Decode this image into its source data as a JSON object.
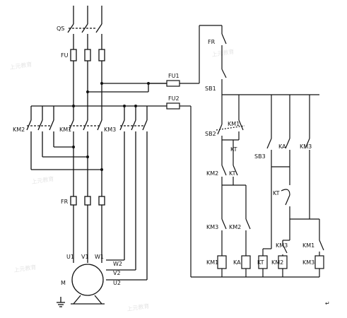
{
  "watermark": [
    "上元教育",
    "上元教育",
    "上元教育",
    "上元教育",
    "上元教育"
  ],
  "power": {
    "qs": "QS",
    "fu": "FU",
    "fr": "FR",
    "km1": "KM1",
    "km2": "KM2",
    "km3": "KM3",
    "u1": "U1",
    "v1": "V1",
    "w1": "W1",
    "w2": "W2",
    "v2": "V2",
    "u2": "U2",
    "motor": "M"
  },
  "control": {
    "fu1": "FU1",
    "fu2": "FU2",
    "fr": "FR",
    "sb1": "SB1",
    "sb2": "SB2",
    "sb3": "SB3",
    "km1": "KM1",
    "km2": "KM2",
    "km3": "KM3",
    "kt": "KT",
    "ka": "KA",
    "coils": [
      "KM1",
      "KA",
      "KT",
      "KM2",
      "KM3"
    ]
  },
  "end_mark": "↵"
}
